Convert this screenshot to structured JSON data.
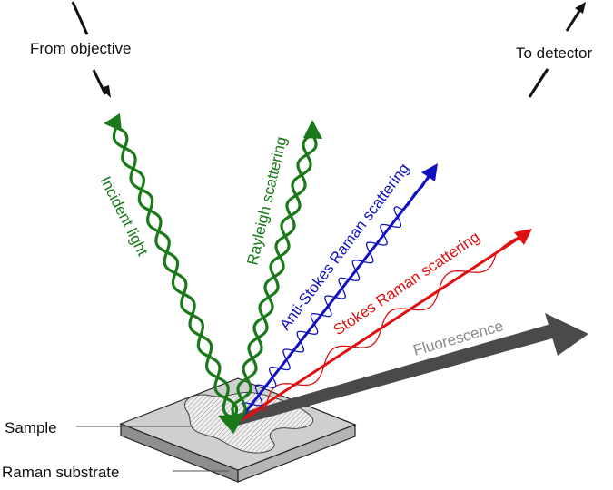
{
  "labels": {
    "from_objective": "From objective",
    "to_detector": "To detector",
    "incident_light": "Incident light",
    "rayleigh_scattering": "Rayleigh scattering",
    "anti_stokes": "Anti-Stokes Raman scattering",
    "stokes": "Stokes Raman scattering",
    "fluorescence": "Fluorescence",
    "sample": "Sample",
    "raman_substrate": "Raman substrate"
  },
  "colors": {
    "incident": "#1a7a1a",
    "rayleigh": "#1a7a1a",
    "anti_stokes": "#1010c0",
    "stokes": "#e01010",
    "fluorescence": "#4a4a4a",
    "fluorescence_label": "#8a8a8a",
    "substrate_top": "#cfcfcf",
    "substrate_side": "#9a9a9a",
    "sample_fill": "#ececec"
  }
}
